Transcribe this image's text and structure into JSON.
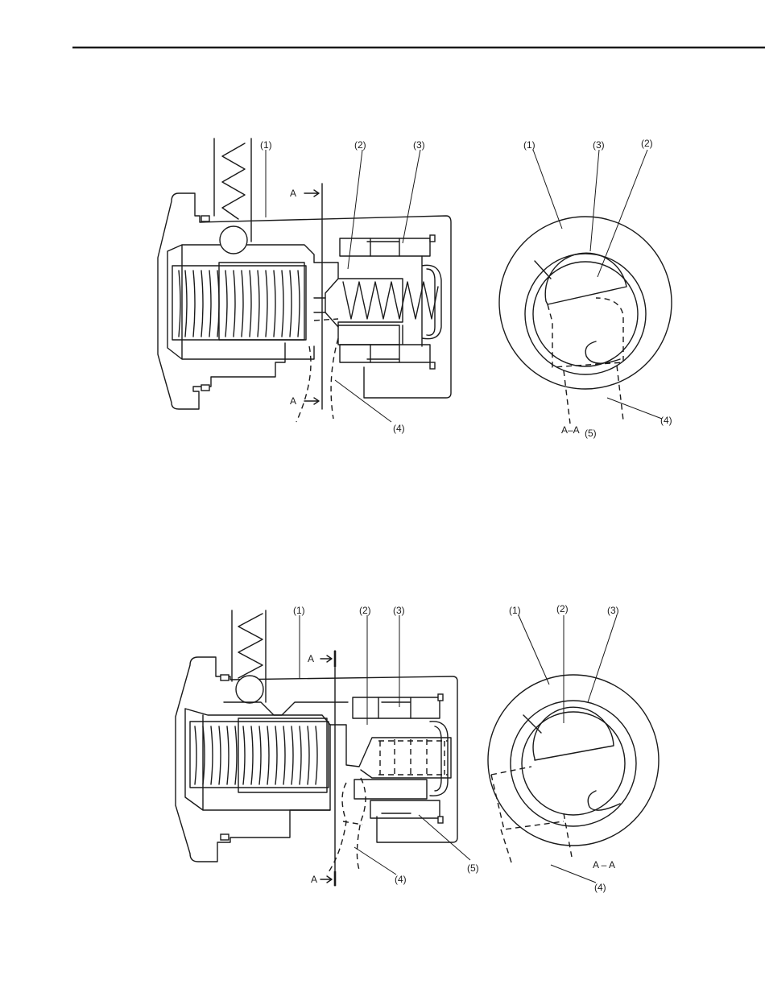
{
  "figure_top": {
    "section": {
      "labels": {
        "p1": "(1)",
        "p2": "(2)",
        "p3": "(3)",
        "p4": "(4)"
      },
      "section_marker_top": "A",
      "section_marker_bottom": "A"
    },
    "end_view": {
      "labels": {
        "p1": "(1)",
        "p3": "(3)",
        "p2": "(2)",
        "p4": "(4)",
        "p5": "(5)"
      },
      "caption": "A–A"
    }
  },
  "figure_bottom": {
    "section": {
      "labels": {
        "p1": "(1)",
        "p2": "(2)",
        "p3": "(3)",
        "p4": "(4)",
        "p5": "(5)"
      },
      "section_marker_top": "A",
      "section_marker_bottom": "A"
    },
    "end_view": {
      "labels": {
        "p1": "(1)",
        "p2": "(2)",
        "p3": "(3)",
        "p4": "(4)"
      },
      "caption": "A – A"
    }
  },
  "colors": {
    "line": "#1a1a1a",
    "background": "#ffffff"
  }
}
